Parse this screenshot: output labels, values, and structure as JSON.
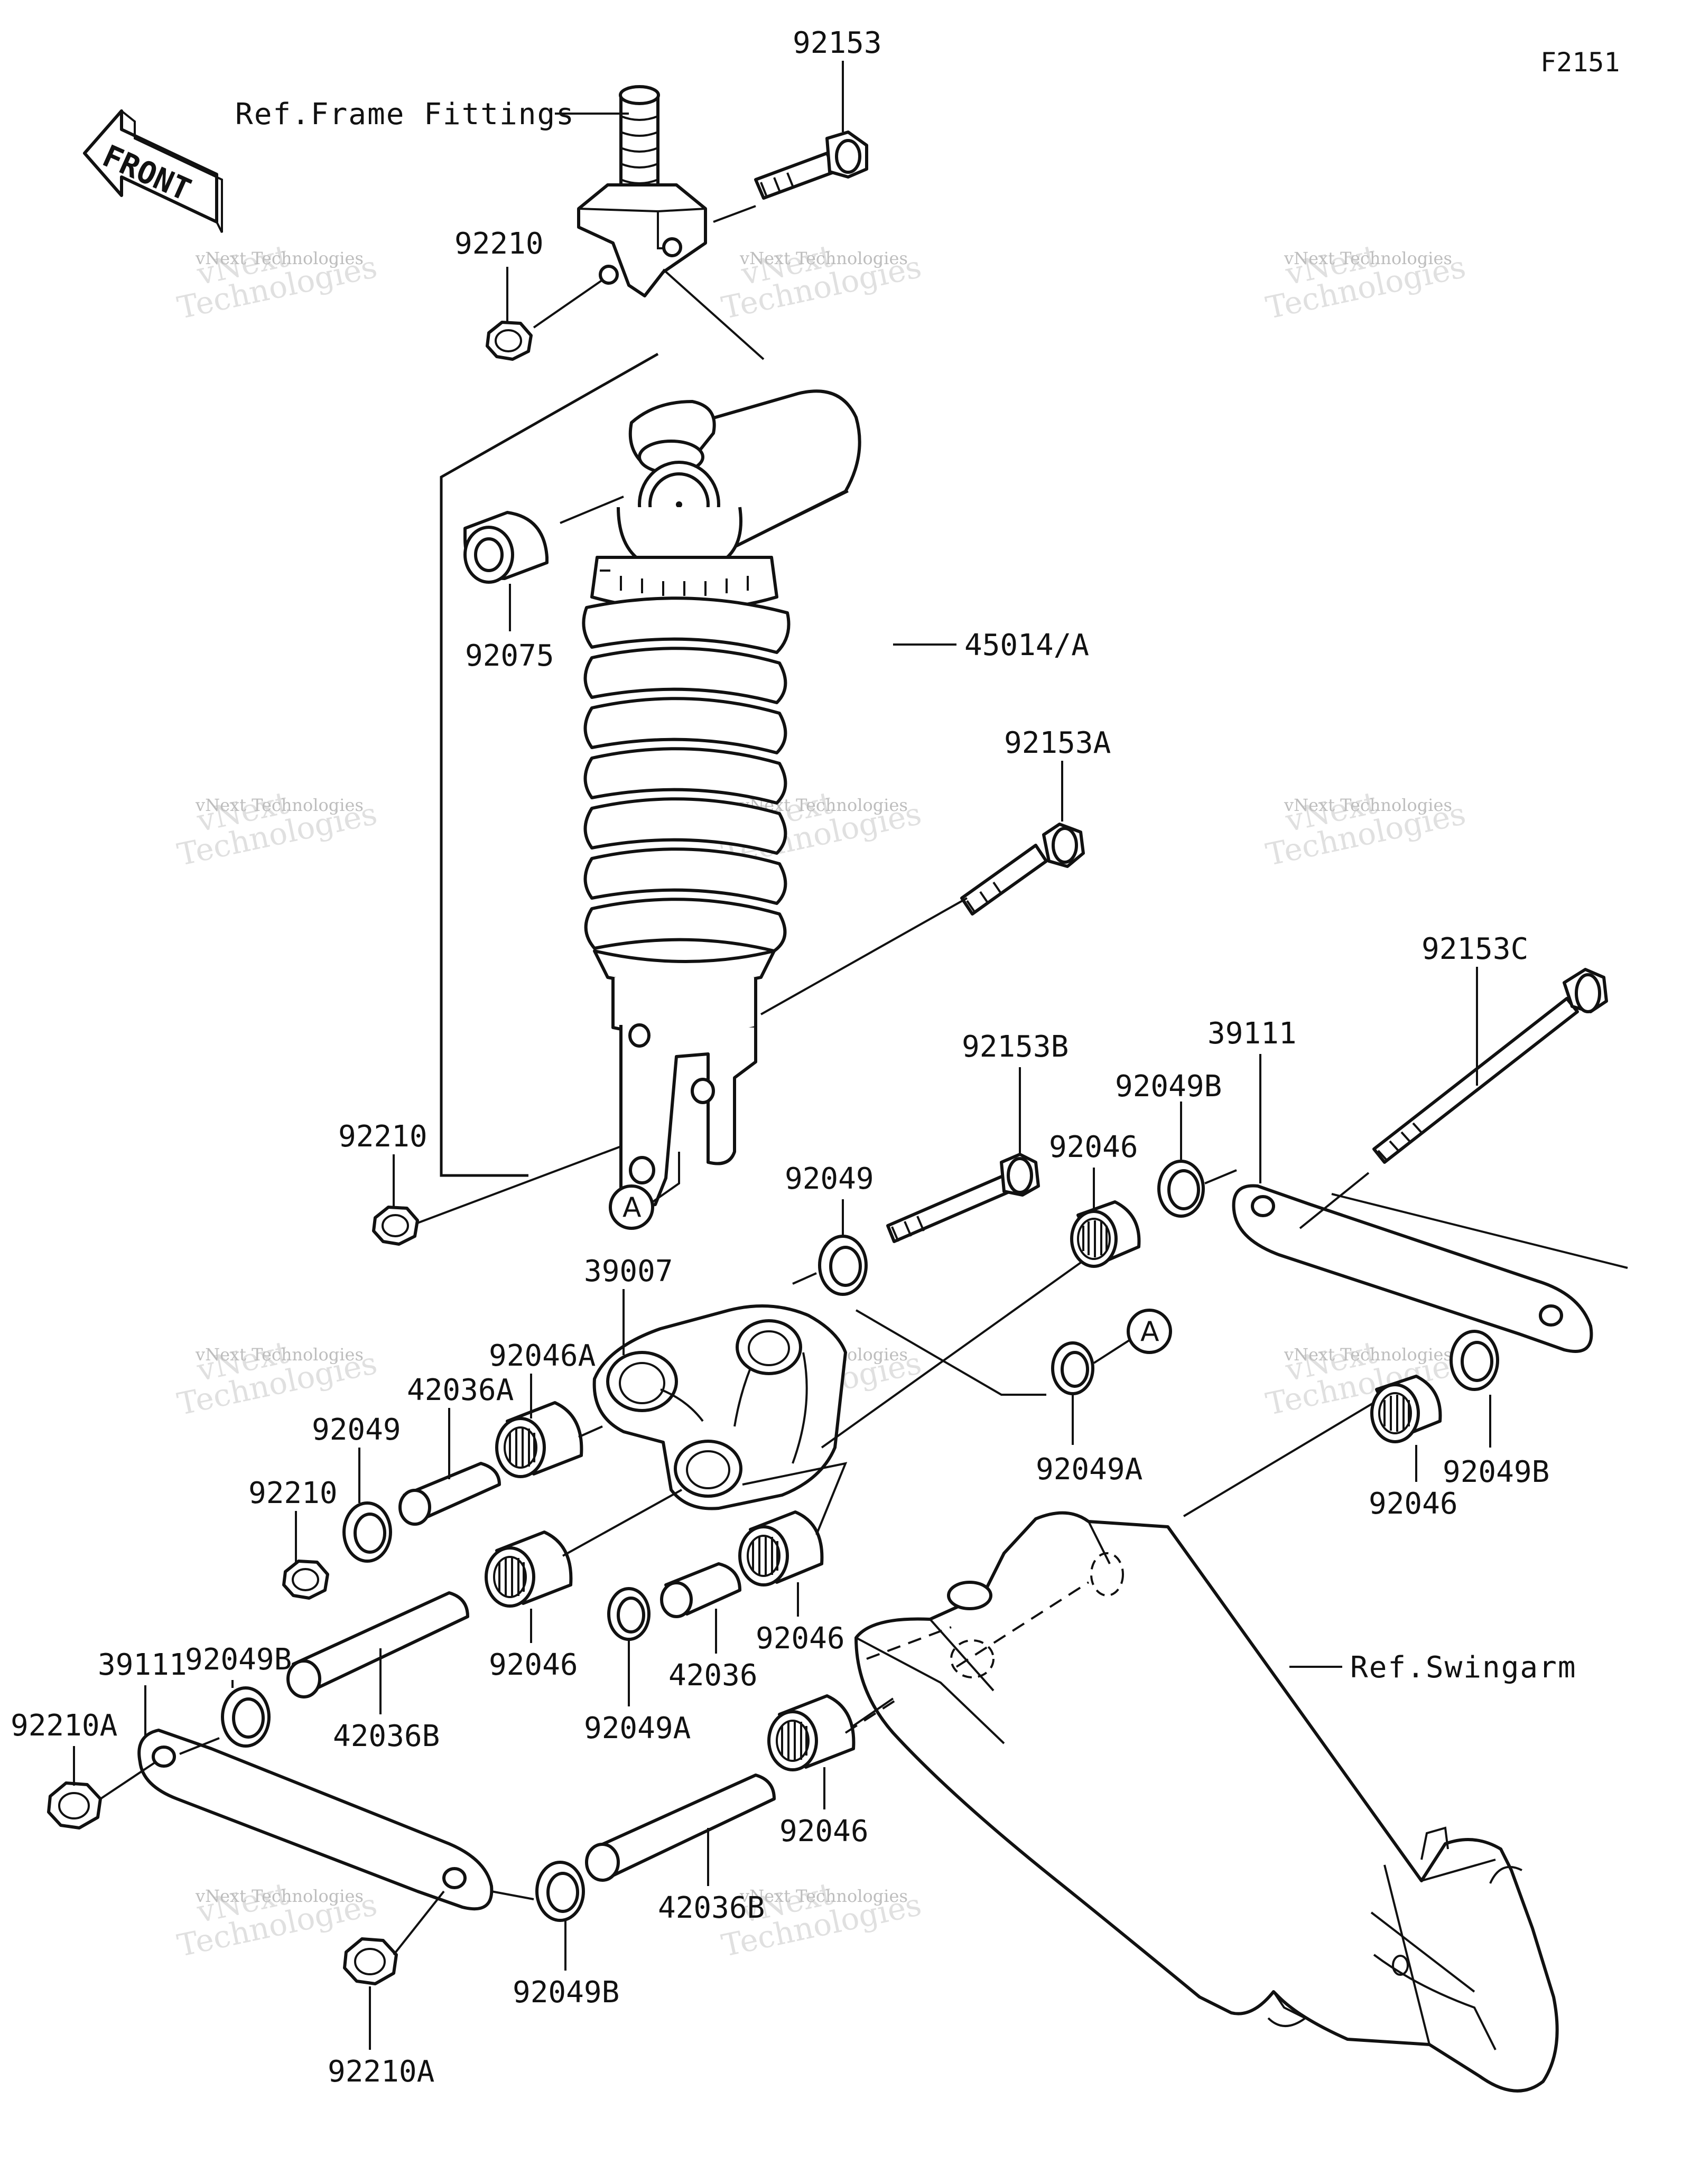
{
  "figure_code": "F2151",
  "front_label": "FRONT",
  "refs": {
    "frame": "Ref.Frame Fittings",
    "swingarm": "Ref.Swingarm"
  },
  "reference_mark": "A",
  "watermark": {
    "line1": "vNext Technologies",
    "line2": "vNext",
    "line3": "Technologies"
  },
  "labels": {
    "p92153": "92153",
    "p92210_top": "92210",
    "p92075": "92075",
    "p45014A": "45014/A",
    "p92153A": "92153A",
    "p92153C": "92153C",
    "p39111_right": "39111",
    "p92153B": "92153B",
    "p92049B_top": "92049B",
    "p92046_top": "92046",
    "p92210_mid": "92210",
    "p92049_mid": "92049",
    "p39007": "39007",
    "p92046A": "92046A",
    "p42036A": "42036A",
    "p92049_left": "92049",
    "p92210_left": "92210",
    "p92049A_right": "92049A",
    "p92049B_right": "92049B",
    "p92046_right": "92046",
    "p92046_center": "92046",
    "p42036": "42036",
    "p92046_lower": "92046",
    "p92049B_left": "92049B",
    "p39111_left": "39111",
    "p92210A_left": "92210A",
    "p42036B_left": "42036B",
    "p92049A_center": "92049A",
    "p92046_bottom": "92046",
    "p42036B_bottom": "42036B",
    "p92049B_bottom": "92049B",
    "p92210A_bottom": "92210A"
  }
}
